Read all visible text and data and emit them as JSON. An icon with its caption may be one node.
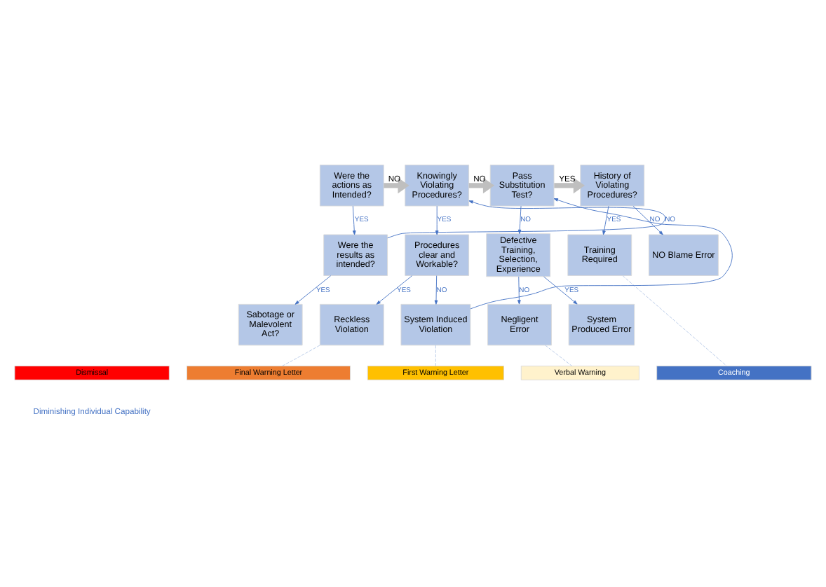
{
  "diagram": {
    "nodes": [
      {
        "text": [
          "Were the actions as Intended?"
        ]
      },
      {
        "text": [
          "Knowingly Violating Procedures?"
        ]
      },
      {
        "text": [
          "Pass Substitution Test?"
        ]
      },
      {
        "text": [
          "History of Violating Procedures?"
        ]
      },
      {
        "text": [
          "Were the results as intended?"
        ]
      },
      {
        "text": [
          "Procedures clear and Workable?"
        ]
      },
      {
        "text": [
          "Defective Training, Selection, Experience"
        ]
      },
      {
        "text": [
          "Training Required"
        ]
      },
      {
        "text": [
          "NO Blame Error"
        ]
      },
      {
        "text": [
          "Sabotage or Malevolent Act?"
        ]
      },
      {
        "text": [
          "Reckless Violation"
        ]
      },
      {
        "text": [
          "System Induced Violation"
        ]
      },
      {
        "text": [
          "Negligent Error"
        ]
      },
      {
        "text": [
          "System Produced Error"
        ]
      },
      {
        "text": [
          "Verbal Warning"
        ]
      },
      {
        "text": [
          "First Warning Letter"
        ]
      },
      {
        "text": [
          "Final Warning Letter"
        ]
      },
      {
        "text": [
          "Dismissal"
        ]
      },
      {
        "text": [
          "Coaching"
        ]
      }
    ],
    "edges": [
      {
        "from": 0,
        "to": 1,
        "arrow": "to",
        "label": "NO",
        "style": "thick",
        "color": "#bfbfbf"
      },
      {
        "from": 1,
        "to": 2,
        "arrow": "to",
        "label": "NO",
        "style": "thick",
        "color": "#bfbfbf"
      },
      {
        "from": 2,
        "to": 3,
        "arrow": "to",
        "label": "YES",
        "style": "thick",
        "color": "#bfbfbf"
      },
      {
        "from": 0,
        "to": 4,
        "arrow": "to",
        "label": "YES"
      },
      {
        "from": 4,
        "to": 1,
        "arrow": "to",
        "label": "NO"
      },
      {
        "from": 1,
        "to": 5,
        "arrow": "to",
        "label": "YES"
      },
      {
        "from": 2,
        "to": 6,
        "arrow": "to",
        "label": "NO"
      },
      {
        "from": 3,
        "to": 7,
        "arrow": "to",
        "label": "YES"
      },
      {
        "from": 3,
        "to": 8,
        "arrow": "to",
        "label": "NO"
      },
      {
        "from": 4,
        "to": 9,
        "arrow": "to",
        "label": "YES"
      },
      {
        "from": 5,
        "to": 10,
        "arrow": "to",
        "label": "YES"
      },
      {
        "from": 5,
        "to": 11,
        "arrow": "to",
        "label": "NO"
      },
      {
        "from": 11,
        "to": 2,
        "arrow": "to"
      },
      {
        "from": 6,
        "to": 12,
        "arrow": "to",
        "label": "NO"
      },
      {
        "from": 6,
        "to": 13,
        "arrow": "to",
        "label": "YES"
      },
      {
        "from": 10,
        "to": 16,
        "arrow": "none",
        "style": "dashed",
        "color": "#b4c7e7"
      },
      {
        "from": 11,
        "to": 15,
        "arrow": "none",
        "style": "dashed",
        "color": "#b4c7e7"
      },
      {
        "from": 12,
        "to": 14,
        "arrow": "none",
        "style": "dashed",
        "color": "#b4c7e7"
      },
      {
        "from": 7,
        "to": 18,
        "arrow": "none",
        "style": "dashed",
        "color": "#b4c7e7"
      }
    ],
    "labels": [
      "Diminishing Individual Capability"
    ]
  }
}
